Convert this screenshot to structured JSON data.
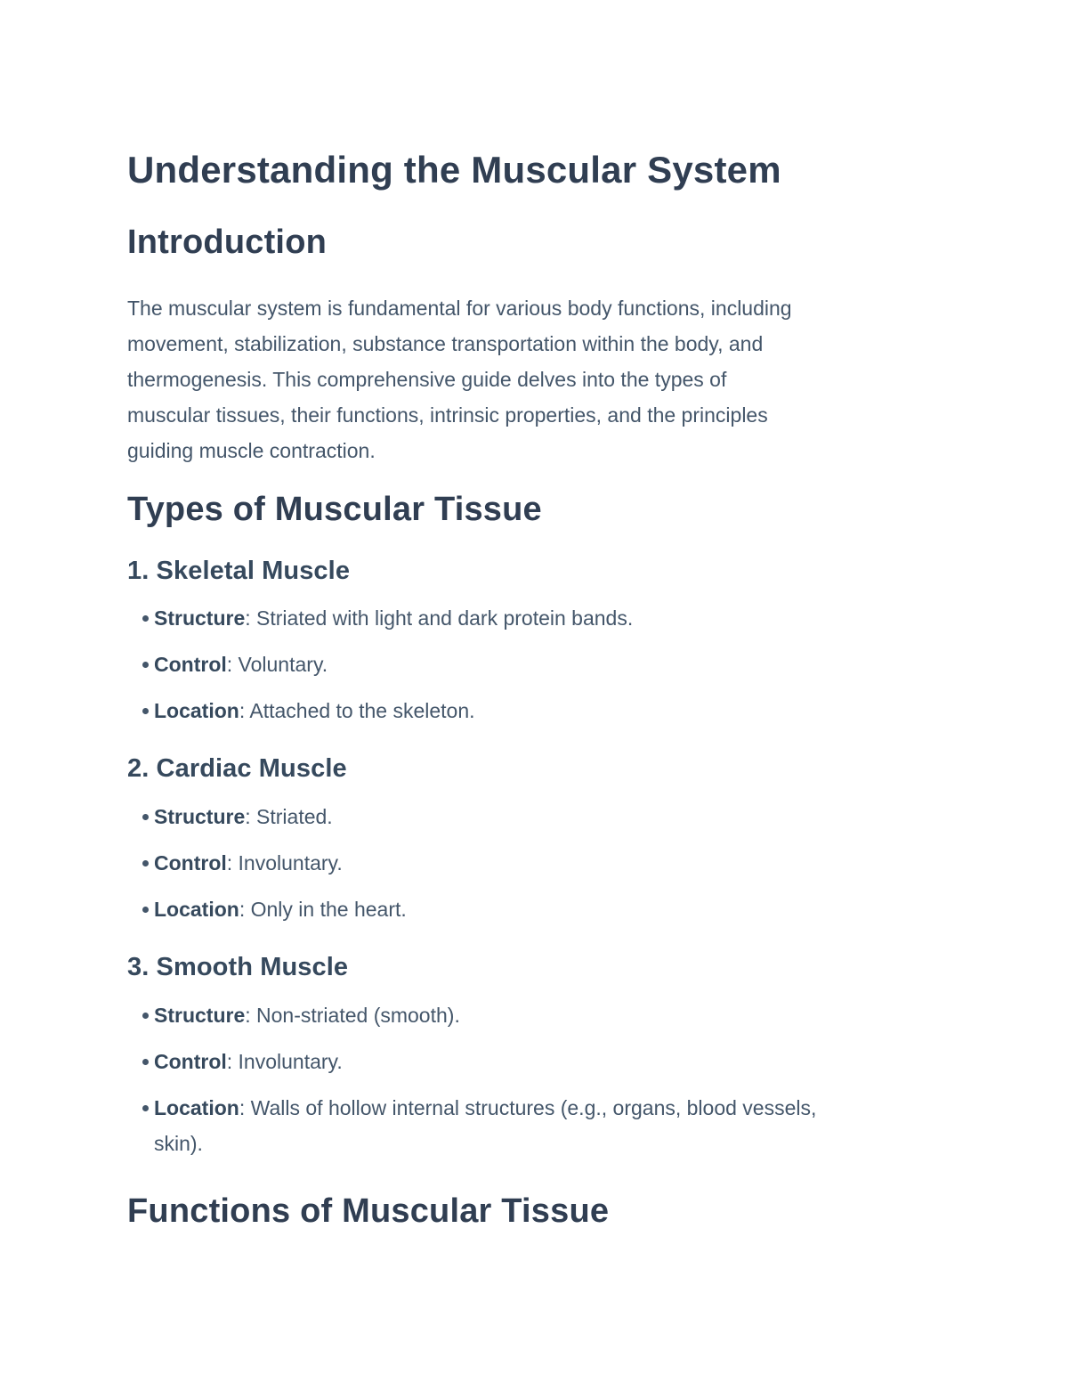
{
  "document": {
    "title": "Understanding the Muscular System",
    "bullet_separator": ": ",
    "intro": {
      "heading": "Introduction",
      "paragraph_lines": [
        "The muscular system is fundamental for various body functions, including",
        "movement, stabilization, substance transportation within the body, and",
        "thermogenesis. This comprehensive guide delves into the types of",
        "muscular tissues, their functions, intrinsic properties, and the principles",
        "guiding muscle contraction."
      ]
    },
    "types": {
      "heading": "Types of Muscular Tissue",
      "subsections": [
        {
          "heading": "1. Skeletal Muscle",
          "bullets": [
            {
              "term": "Structure",
              "desc": "Striated with light and dark protein bands."
            },
            {
              "term": "Control",
              "desc": "Voluntary."
            },
            {
              "term": "Location",
              "desc": "Attached to the skeleton."
            }
          ]
        },
        {
          "heading": "2. Cardiac Muscle",
          "bullets": [
            {
              "term": "Structure",
              "desc": "Striated."
            },
            {
              "term": "Control",
              "desc": "Involuntary."
            },
            {
              "term": "Location",
              "desc": "Only in the heart."
            }
          ]
        },
        {
          "heading": "3. Smooth Muscle",
          "bullets": [
            {
              "term": "Structure",
              "desc": "Non-striated (smooth)."
            },
            {
              "term": "Control",
              "desc": "Involuntary."
            },
            {
              "term": "Location",
              "desc": "Walls of hollow internal structures (e.g., organs, blood vessels,",
              "desc2": "skin)."
            }
          ]
        }
      ]
    },
    "functions": {
      "heading": "Functions of Muscular Tissue"
    }
  },
  "colors": {
    "heading": "#303e52",
    "body_text": "#44566a",
    "background": "#ffffff"
  }
}
